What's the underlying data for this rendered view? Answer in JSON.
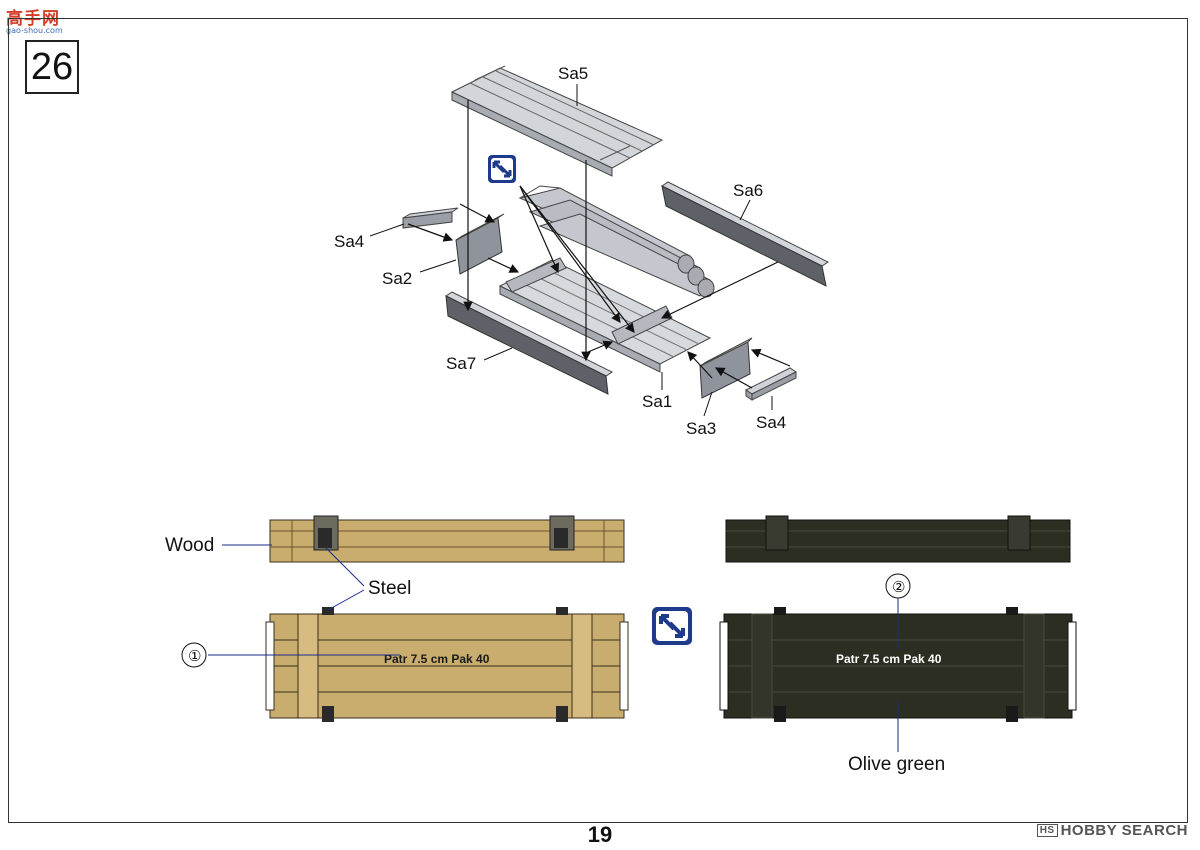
{
  "watermark": {
    "site": "高手网",
    "url": "gao-shou.com"
  },
  "step": {
    "number": "26"
  },
  "parts": {
    "sa5": "Sa5",
    "sa6": "Sa6",
    "sa4_left": "Sa4",
    "sa2": "Sa2",
    "sa7": "Sa7",
    "sa1": "Sa1",
    "sa3": "Sa3",
    "sa4_right": "Sa4"
  },
  "painting": {
    "wood": "Wood",
    "steel": "Steel",
    "callout_1": "①",
    "callout_2": "②",
    "stencil_left": "Patr 7.5 cm  Pak 40",
    "stencil_right": "Patr 7.5 cm  Pak 40",
    "olive": "Olive green"
  },
  "colors": {
    "wood": "#c9ad6e",
    "olive": "#2c2e21",
    "steel": "#2a2a2a",
    "part_grey": "#c9ccd2",
    "icon_blue": "#1e3a8a"
  },
  "icons": [
    "repeat-icon",
    "repeat-icon"
  ],
  "footer": {
    "page": "19",
    "brand": "HOBBY SEARCH"
  }
}
